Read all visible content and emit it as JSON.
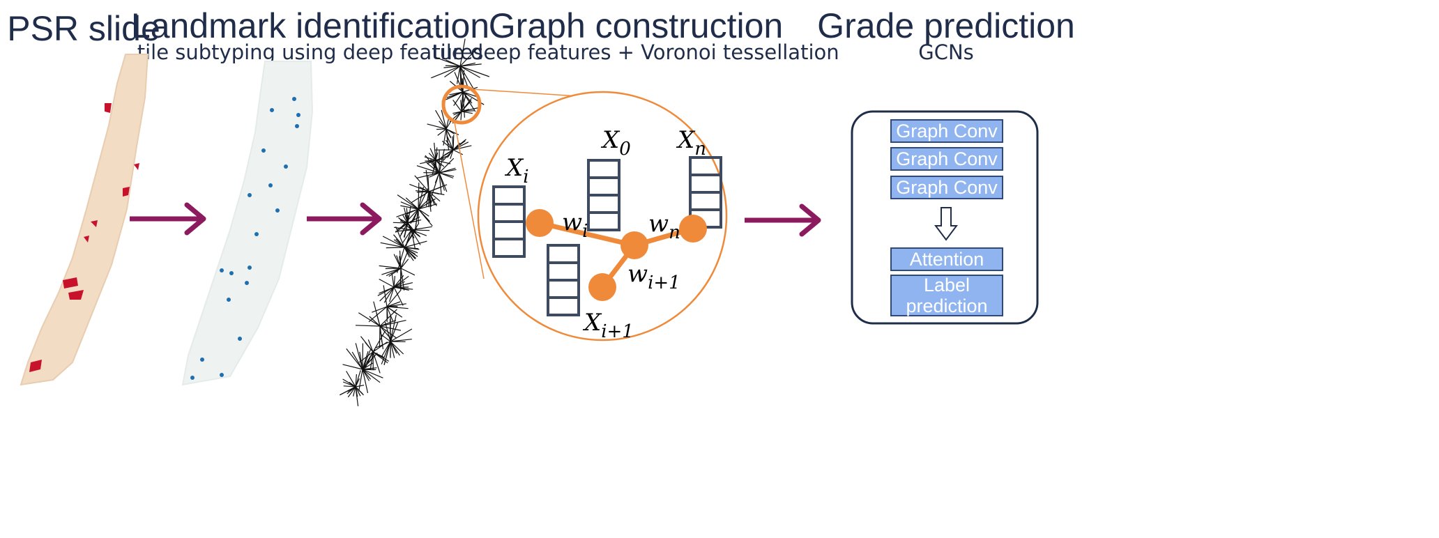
{
  "stages": [
    {
      "title": "PSR slide",
      "subtitle": ""
    },
    {
      "title": "Landmark identification",
      "subtitle": "tile subtyping using deep features"
    },
    {
      "title": "Graph construction",
      "subtitle": "tile deep features + Voronoi tessellation"
    },
    {
      "title": "Grade prediction",
      "subtitle": "GCNs"
    }
  ],
  "graph": {
    "node_labels": {
      "xi": {
        "base": "X",
        "sub": "i"
      },
      "x0": {
        "base": "X",
        "sub": "0"
      },
      "xn": {
        "base": "X",
        "sub": "n"
      },
      "xi1": {
        "base": "X",
        "sub": "i+1"
      }
    },
    "edge_labels": {
      "wi": {
        "base": "w",
        "sub": "i"
      },
      "wn": {
        "base": "w",
        "sub": "n"
      },
      "wi1": {
        "base": "w",
        "sub": "i+1"
      }
    }
  },
  "gcn": {
    "layers": [
      "Graph Conv",
      "Graph Conv",
      "Graph Conv"
    ],
    "attention": "Attention",
    "label_line1": "Label",
    "label_line2": "prediction"
  },
  "colors": {
    "text": "#1f2d4a",
    "arrow": "#8b1a5e",
    "orange": "#ef8a3a",
    "stack": "#3d4a5f",
    "box_fill": "#8fb4f0",
    "box_stroke": "#2f4a78",
    "tissue": "#f2dcc3",
    "tissue_red": "#c8122c",
    "landmark_dot": "#1f6fb0"
  }
}
